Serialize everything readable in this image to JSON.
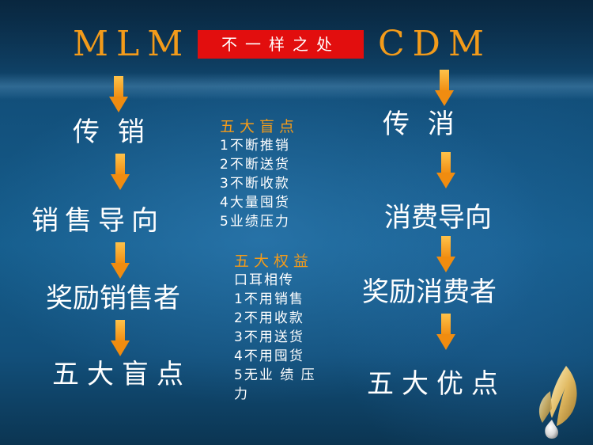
{
  "header": {
    "left_title": "MLM",
    "banner": "不一样之处",
    "right_title": "CDM"
  },
  "left_flow": [
    "传 销",
    "销售导向",
    "奖励销售者",
    "五大盲点"
  ],
  "right_flow": [
    "传 消",
    "消费导向",
    "奖励消费者",
    "五大优点"
  ],
  "blind_spots": {
    "title": "五大盲点",
    "items": [
      "1不断推销",
      "2不断送货",
      "3不断收款",
      "4大量囤货",
      "5业绩压力"
    ]
  },
  "benefits": {
    "title": "五大权益",
    "items": [
      "口耳相传",
      "1不用销售",
      "2不用收款",
      "3不用送货",
      "4不用囤货",
      "5无业 绩 压",
      "力"
    ]
  },
  "colors": {
    "accent": "#f39b1a",
    "banner": "#e20e0e",
    "text": "#ffffff"
  },
  "icons": [
    "down-arrow-icon",
    "leaf-droplet-logo"
  ]
}
